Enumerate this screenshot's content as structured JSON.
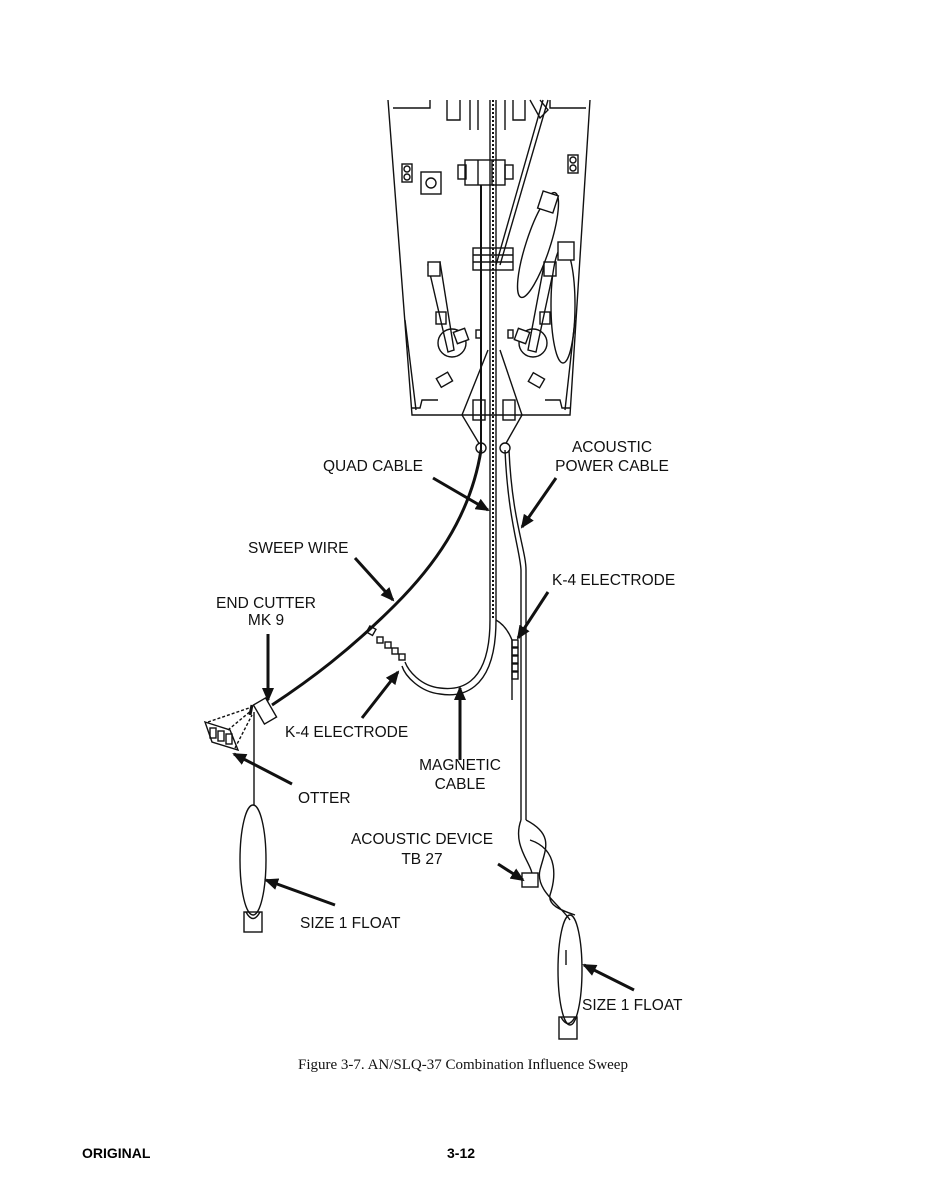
{
  "figure": {
    "labels": {
      "quad_cable": "QUAD CABLE",
      "acoustic_power_cable_1": "ACOUSTIC",
      "acoustic_power_cable_2": "POWER CABLE",
      "sweep_wire": "SWEEP WIRE",
      "end_cutter_1": "END CUTTER",
      "end_cutter_2": "MK 9",
      "k4_electrode_right": "K-4 ELECTRODE",
      "k4_electrode_left": "K-4 ELECTRODE",
      "magnetic_cable_1": "MAGNETIC",
      "magnetic_cable_2": "CABLE",
      "otter": "OTTER",
      "acoustic_device_1": "ACOUSTIC DEVICE",
      "acoustic_device_2": "TB 27",
      "float_left": "SIZE 1 FLOAT",
      "float_right": "SIZE 1 FLOAT"
    },
    "caption": "Figure 3-7.  AN/SLQ-37 Combination Influence Sweep"
  },
  "footer": {
    "left": "ORIGINAL",
    "page": "3-12"
  }
}
